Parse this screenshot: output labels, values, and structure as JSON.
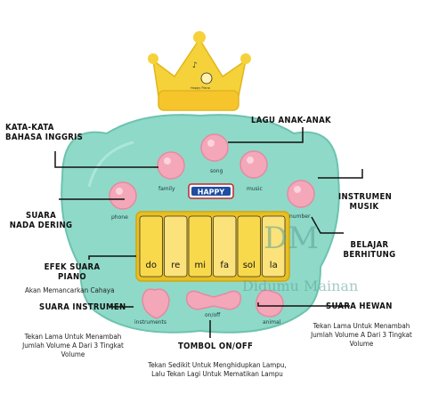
{
  "labels": {
    "kata_kata": "KATA-KATA\nBAHASA INGGRIS",
    "lagu": "LAGU ANAK-ANAK",
    "instrumen_musik": "INSTRUMEN\nMUSIK",
    "suara_nada": "SUARA\nNADA DERING",
    "belajar": "BELAJAR\nBERHITUNG",
    "efek_suara": "EFEK SUARA\nPIANO",
    "efek_suara_sub": "Akan Memancarkan Cahaya",
    "suara_hewan": "SUARA HEWAN",
    "suara_hewan_sub": "Tekan Lama Untuk Menambah\nJumlah Volume A Dari 3 Tingkat\nVolume",
    "suara_instrumen": "SUARA INSTRUMEN",
    "suara_instrumen_sub": "Tekan Lama Untuk Menambah\nJumlah Volume A Dari 3 Tingkat\nVolume",
    "tombol": "TOMBOL ON/OFF",
    "tombol_sub": "Tekan Sedikit Untuk Menghidupkan Lampu,\nLalu Tekan Lagi Untuk Mematikan Lampu"
  },
  "toy": {
    "logo": "HAPPY",
    "buttons": {
      "song": "song",
      "family": "family",
      "music": "music",
      "phone": "phone",
      "number": "number",
      "instruments": "instruments",
      "onoff": "on/off",
      "animal": "animal"
    },
    "keys": [
      "do",
      "re",
      "mi",
      "fa",
      "sol",
      "la"
    ],
    "crown_text": "Happy Piano"
  },
  "watermark": {
    "mono": "DM",
    "name": "Didumu Mainan"
  },
  "colors": {
    "body": "#8fd9c8",
    "body_shadow": "#6cc3b0",
    "pink": "#f4a7b9",
    "pink_dark": "#e58aa0",
    "yellow": "#f6d33c",
    "yellow_dark": "#e7b91b",
    "crown": "#f5d23a"
  }
}
